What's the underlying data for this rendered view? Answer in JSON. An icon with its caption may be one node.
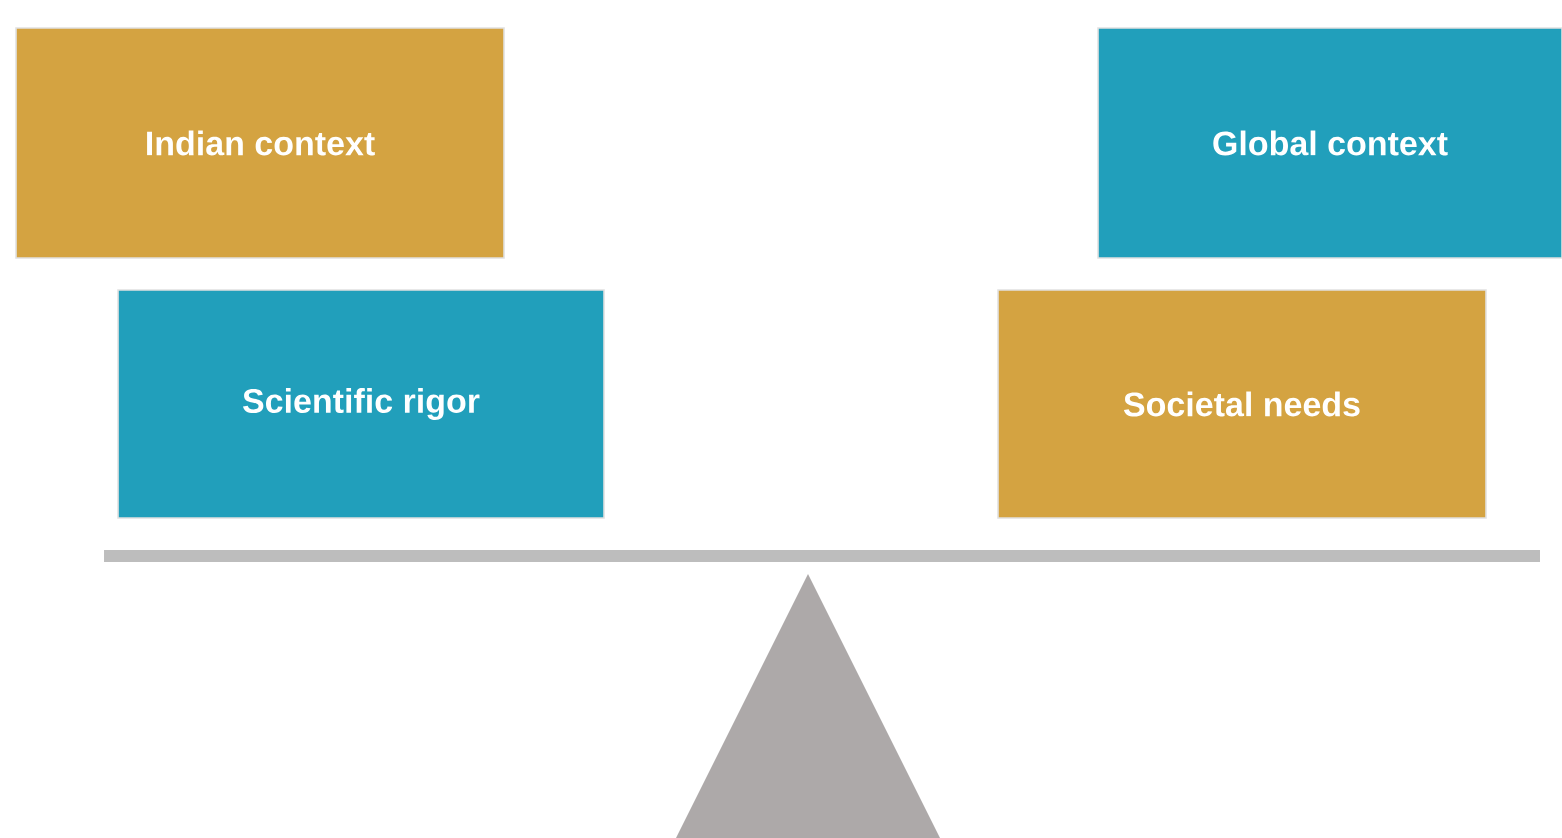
{
  "diagram": {
    "nodes": [
      {
        "text": [
          "Indian context"
        ]
      },
      {
        "text": [
          "Global context"
        ]
      },
      {
        "text": [
          "Scientific rigor"
        ]
      },
      {
        "text": [
          "Societal needs"
        ]
      }
    ]
  }
}
